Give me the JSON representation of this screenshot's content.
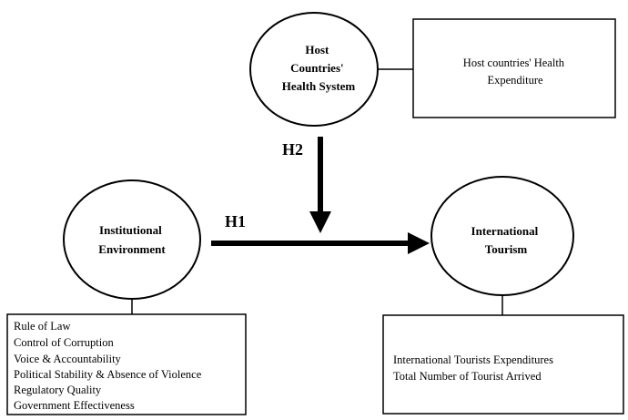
{
  "nodes": {
    "health_system": {
      "lines": [
        "Host",
        "Countries'",
        "Health System"
      ]
    },
    "institutional": {
      "lines": [
        "Institutional",
        "Environment"
      ]
    },
    "tourism": {
      "lines": [
        "International",
        "Tourism"
      ]
    }
  },
  "boxes": {
    "health_expenditure": {
      "lines": [
        "Host countries' Health",
        "Expenditure"
      ]
    },
    "institutional_indicators": {
      "lines": [
        "Rule of Law",
        "Control of Corruption",
        "Voice & Accountability",
        "Political Stability & Absence of Violence",
        "Regulatory Quality",
        "Government Effectiveness"
      ]
    },
    "tourism_indicators": {
      "lines": [
        "International Tourists Expenditures",
        "Total Number of Tourist Arrived"
      ]
    }
  },
  "hypotheses": {
    "h1": "H1",
    "h2": "H2"
  }
}
